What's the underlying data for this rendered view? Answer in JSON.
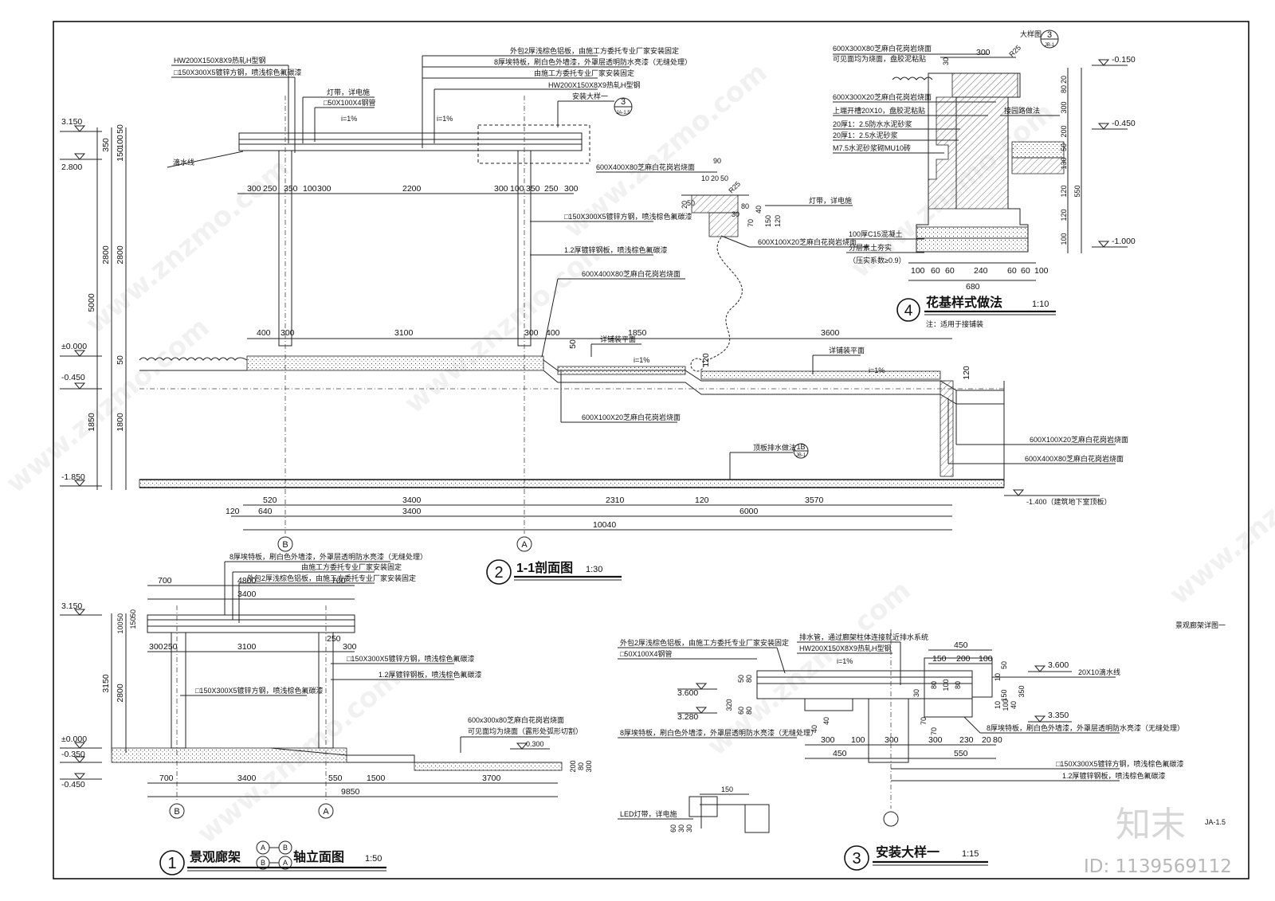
{
  "drawing": {
    "sheet_title": "景观廊架详图一",
    "sheet_no": "JA-1.5",
    "watermark_brand": "知末",
    "watermark_id": "ID: 1139569112",
    "watermark_url": "www.znzmo.com"
  },
  "view1": {
    "num": "1",
    "title_a": "景观廊架",
    "title_b": "轴立面图",
    "scale": "1:50",
    "axis_b": "B",
    "axis_a": "A",
    "notes": [
      "8厚埃特板，刷白色外墙漆，外罩层透明防水亮漆（无缝处理）",
      "由施工方委托专业厂家安装固定",
      "外包2厚浅棕色铝板，由施工方委托专业厂家安装固定",
      "□150X300X5镀锌方钢，喷浅棕色氟碳漆",
      "1.2厚镀锌钢板，喷浅棕色氟碳漆",
      "□150X300X5镀锌方钢，喷浅棕色氟碳漆",
      "600x300x80芝麻白花岗岩烧面",
      "可见面均为烧面（露形处弧形切割）"
    ],
    "levels": [
      "3.150",
      "±0.000",
      "-0.350",
      "-0.450",
      "0.300"
    ],
    "dims_top": [
      "700",
      "3400",
      "700",
      "4800"
    ],
    "dims_mid": [
      "300",
      "250",
      "3100",
      "250",
      "300"
    ],
    "dims_bottom": [
      "700",
      "3400",
      "550",
      "1500",
      "3700",
      "9850"
    ],
    "dims_vert": [
      "3150",
      "2800",
      "50",
      "100",
      "150",
      "50",
      "200",
      "80",
      "300"
    ]
  },
  "view2": {
    "num": "2",
    "title": "1-1剖面图",
    "scale": "1:30",
    "axis_b": "B",
    "axis_a": "A",
    "notes_top": [
      "外包2厚浅棕色铝板，由施工方委托专业厂家安装固定",
      "8厚埃特板，刷白色外墙漆，外罩层透明防水亮漆（无缝处理）",
      "由施工方委托专业厂家安装固定",
      "HW200X150X8X9热轧H型钢",
      "HW200X150X8X9热轧H型钢",
      "□150X300X5镀锌方钢，喷浅棕色氟碳漆",
      "灯带，详电施",
      "□50X100X4钢管",
      "安装大样一",
      "滴水线"
    ],
    "notes_right": [
      "□150X300X5镀锌方钢，喷浅棕色氟碳漆",
      "1.2厚镀锌钢板，喷浅棕色氟碳漆",
      "600X400X80芝麻白花岗岩烧面",
      "详铺装平面",
      "详铺装平面",
      "600X100X20芝麻白花岗岩烧面",
      "顶板排水做法",
      "600X100X20芝麻白花岗岩烧面",
      "600X400X80芝麻白花岗岩烧面",
      "-1.400（建筑地下室顶板）"
    ],
    "slope": "i=1%",
    "levels": [
      "3.150",
      "2.800",
      "±0.000",
      "-0.450",
      "-1.850"
    ],
    "dims_top": [
      "300",
      "250",
      "350",
      "100",
      "300",
      "2200",
      "300",
      "100",
      "350",
      "250",
      "300"
    ],
    "dims_ground": [
      "400",
      "300",
      "3100",
      "300",
      "400",
      "1850",
      "3600"
    ],
    "dims_bottom1": [
      "520",
      "3400",
      "2310",
      "120",
      "3570"
    ],
    "dims_bottom2": [
      "120",
      "640",
      "3400",
      "6000"
    ],
    "dims_total": "10040",
    "dims_vert": [
      "50",
      "100",
      "150",
      "350",
      "2800",
      "2800",
      "5000",
      "50",
      "1850",
      "1800",
      "50",
      "120",
      "120"
    ],
    "detail_ref": "1B",
    "detail_sheet": "JB-1",
    "callout_num": "3",
    "callout_sheet": "JA-1.5"
  },
  "view2_inset": {
    "title": "600X400X80芝麻白花岗岩烧面",
    "radius": "R25",
    "dims": [
      "90",
      "10",
      "20",
      "50",
      "20",
      "50",
      "80",
      "30",
      "70",
      "40",
      "150",
      "120",
      "20"
    ],
    "note_light": "灯带，详电施",
    "note_stone": "600X100X20芝麻白花岗岩烧面"
  },
  "view3": {
    "num": "3",
    "title": "安装大样一",
    "scale": "1:15",
    "notes_left": [
      "外包2厚浅棕色铝板，由施工方委托专业厂家安装固定",
      "□50X100X4钢管",
      "8厚埃特板，刷白色外墙漆，外罩层透明防水亮漆（无缝处理）",
      "LED灯带，详电施"
    ],
    "notes_top": [
      "排水管，通过廊架柱体连接就近排水系统",
      "HW200X150X8X9热轧H型钢"
    ],
    "notes_right": [
      "20X10滴水线",
      "8厚埃特板，刷白色外墙漆，外罩层透明防水亮漆（无缝处理）",
      "□150X300X5镀锌方钢，喷浅棕色氟碳漆",
      "1.2厚镀锌钢板，喷浅棕色氟碳漆"
    ],
    "slope": "i=1%",
    "levels": [
      "3.600",
      "3.280",
      "3.600",
      "3.350"
    ],
    "dims": [
      "450",
      "150",
      "200",
      "100",
      "300",
      "100",
      "550",
      "450",
      "300",
      "230",
      "20",
      "80",
      "300",
      "150",
      "320",
      "50",
      "80",
      "60",
      "80",
      "40",
      "40",
      "80",
      "70",
      "100",
      "80",
      "10",
      "100",
      "40",
      "10",
      "70",
      "30",
      "50",
      "150",
      "350",
      "60",
      "30",
      "30"
    ]
  },
  "view4": {
    "num": "4",
    "title": "花基样式做法",
    "scale": "1:10",
    "note": "注：适用于接铺装",
    "callout_label": "大样图",
    "callout_num": "3",
    "callout_sheet": "JB-1",
    "radius": "R25",
    "notes": [
      "600X300X80芝麻白花岗岩烧面",
      "可见面均为烧面，盘胶泥粘贴",
      "600X300X20芝麻白花岗岩烧面",
      "上端开槽20X10，盘胶泥粘贴",
      "20厚1：2.5防水水泥砂浆",
      "20厚1：2.5水泥砂浆",
      "M7.5水泥砂浆砌MU10砖",
      "接园路做法",
      "100厚C15混凝土",
      "分层素土夯实",
      "（压实系数≥0.9）"
    ],
    "levels": [
      "-0.150",
      "-0.450",
      "-1.000"
    ],
    "dims_top": [
      "300",
      "30"
    ],
    "dims_bottom": [
      "100",
      "60",
      "60",
      "240",
      "60",
      "60",
      "100",
      "680"
    ],
    "dims_vert": [
      "20",
      "80",
      "300",
      "200",
      "50",
      "130",
      "120",
      "550",
      "120",
      "100"
    ]
  }
}
